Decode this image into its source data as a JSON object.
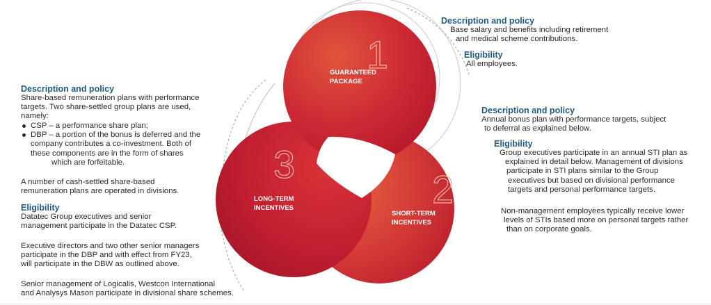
{
  "diagram": {
    "circles": [
      {
        "number": "1",
        "label_lines": [
          "GUARANTEED",
          "PACKAGE"
        ]
      },
      {
        "number": "2",
        "label_lines": [
          "SHORT-TERM",
          "INCENTIVES"
        ]
      },
      {
        "number": "3",
        "label_lines": [
          "LONG-TERM",
          "INCENTIVES"
        ]
      }
    ],
    "colors": {
      "red_dark": "#b3192a",
      "red_mid": "#cc2734",
      "red_light": "#e0553c",
      "arc_gray": "#c9c9c9",
      "heading_blue": "#1f5a82"
    }
  },
  "guaranteed": {
    "desc_heading": "Description and policy",
    "desc_lines": [
      "Base salary and benefits including retirement",
      "and medical scheme contributions."
    ],
    "elig_heading": "Eligibility",
    "elig_lines": [
      "All employees."
    ]
  },
  "short_term": {
    "desc_heading": "Description and policy",
    "desc_lines": [
      "Annual bonus plan with performance targets, subject",
      "to deferral as explained below."
    ],
    "elig_heading": "Eligibility",
    "elig_lines": [
      "Group executives participate in an annual STI plan as",
      "explained in detail below. Management of divisions",
      "participate in STI plans similar to the Group",
      "executives but based on divisional performance",
      "targets and personal performance targets."
    ],
    "extra_lines": [
      "Non-management employees typically receive lower",
      "levels of STIs based more on personal targets rather",
      "than on corporate goals."
    ]
  },
  "long_term": {
    "desc_heading": "Description and policy",
    "intro_lines": [
      "Share-based remuneration plans with performance",
      "targets. Two share-settled group plans are used,",
      "namely:"
    ],
    "bullet1": "CSP – a performance share plan;",
    "bullet2_lines": [
      "DBP – a portion of the bonus is deferred and the",
      "company contributes a co-investment. Both of",
      "these components are in the form of shares",
      "which are forfeitable."
    ],
    "cash_lines": [
      "A number of cash-settled share-based",
      "remuneration plans are operated in divisions."
    ],
    "elig_heading": "Eligibility",
    "elig_lines": [
      "Datatec Group executives and senior",
      "management participate in the Datatec CSP."
    ],
    "exec_lines": [
      "Executive directors and two other senior managers",
      "participate in the DBP and with effect from FY23,",
      "will participate in the DBW as outlined above."
    ],
    "senior_lines": [
      "Senior management of Logicalis, Westcon International",
      "and Analysys Mason participate in divisional share schemes."
    ]
  }
}
